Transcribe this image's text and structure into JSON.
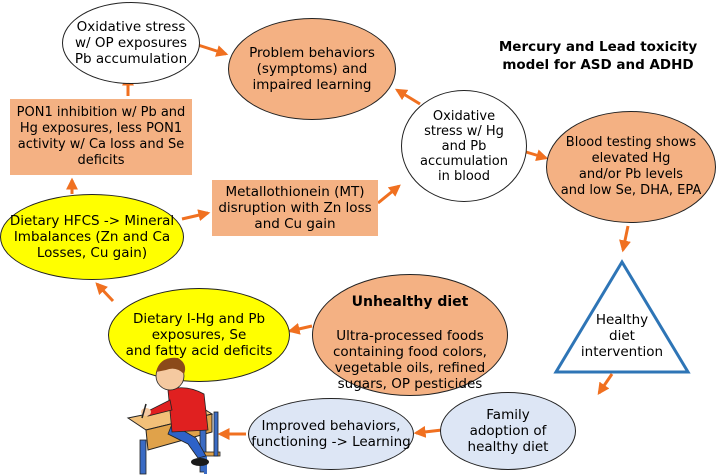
{
  "title": "Mercury and Lead toxicity\nmodel for ASD and ADHD",
  "colors": {
    "salmon": "#f4b183",
    "yellow": "#ffff00",
    "light_blue": "#dde6f5",
    "white": "#ffffff",
    "arrow": "#f07020",
    "triangle": "#2e75b6"
  },
  "nodes": {
    "oxidative_op": "Oxidative stress\nw/ OP exposures\nPb accumulation",
    "problem_behaviors": "Problem behaviors\n(symptoms) and\nimpaired learning",
    "oxidative_hg": "Oxidative\nstress w/ Hg\nand Pb\naccumulation\nin blood",
    "blood_testing": "Blood testing shows\nelevated Hg\nand/or Pb levels\nand low Se, DHA, EPA",
    "pon1": "PON1 inhibition w/ Pb and\nHg exposures, less PON1\nactivity w/ Ca loss and Se\ndeficits",
    "metallothionein": "Metallothionein (MT)\ndisruption with Zn loss\nand Cu gain",
    "dietary_hfcs": "Dietary HFCS -> Mineral\nImbalances (Zn and Ca\nLosses, Cu gain)",
    "dietary_ihg": "Dietary I-Hg and Pb\nexposures, Se\nand fatty acid deficits",
    "unhealthy_title": "Unhealthy diet",
    "unhealthy_body": "Ultra-processed foods\ncontaining food colors,\nvegetable oils, refined\nsugars, OP pesticides",
    "healthy_intervention": "Healthy\ndiet\nintervention",
    "family_adoption": "Family\nadoption of\nhealthy diet",
    "improved_behaviors": "Improved behaviors,\nfunctioning -> Learning"
  }
}
